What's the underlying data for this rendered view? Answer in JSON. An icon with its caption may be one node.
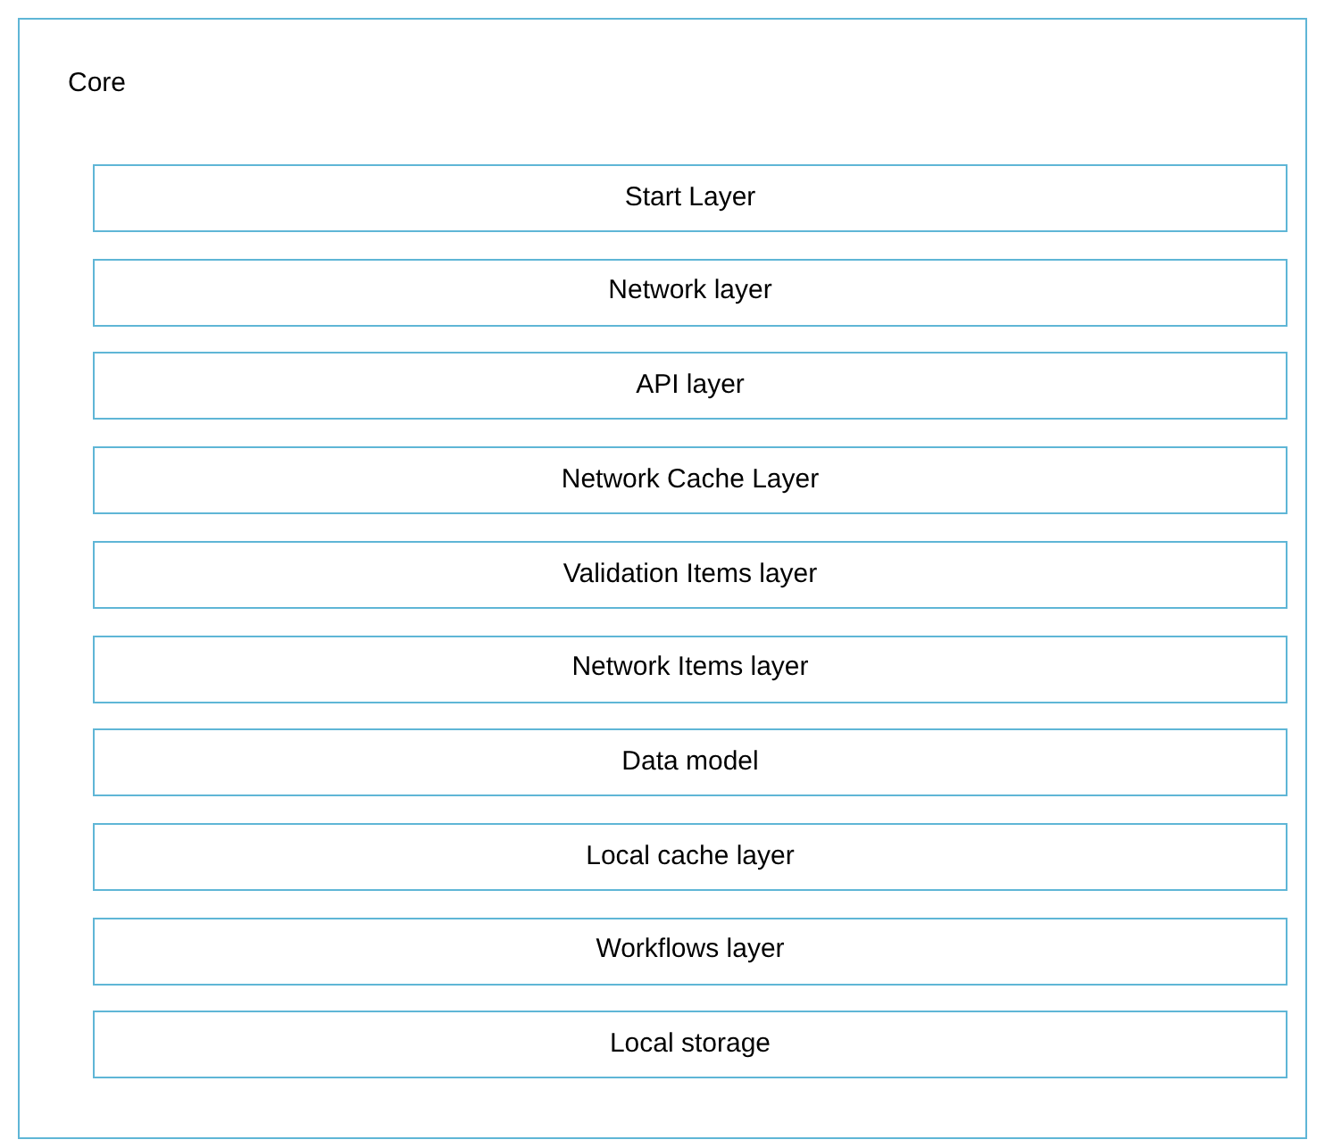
{
  "diagram": {
    "nodes": [
      {
        "text": [
          "Core"
        ]
      },
      {
        "text": [
          "Start Layer"
        ],
        "in": 0
      },
      {
        "text": [
          "Network layer"
        ],
        "in": 0
      },
      {
        "text": [
          "API layer"
        ],
        "in": 0
      },
      {
        "text": [
          "Network Cache Layer"
        ],
        "in": 0
      },
      {
        "text": [
          "Validation Items layer"
        ],
        "in": 0
      },
      {
        "text": [
          "Network Items layer"
        ],
        "in": 0
      },
      {
        "text": [
          "Data model"
        ],
        "in": 0
      },
      {
        "text": [
          "Local cache layer"
        ],
        "in": 0
      },
      {
        "text": [
          "Workflows layer"
        ],
        "in": 0
      },
      {
        "text": [
          "Local storage"
        ],
        "in": 0
      }
    ]
  }
}
